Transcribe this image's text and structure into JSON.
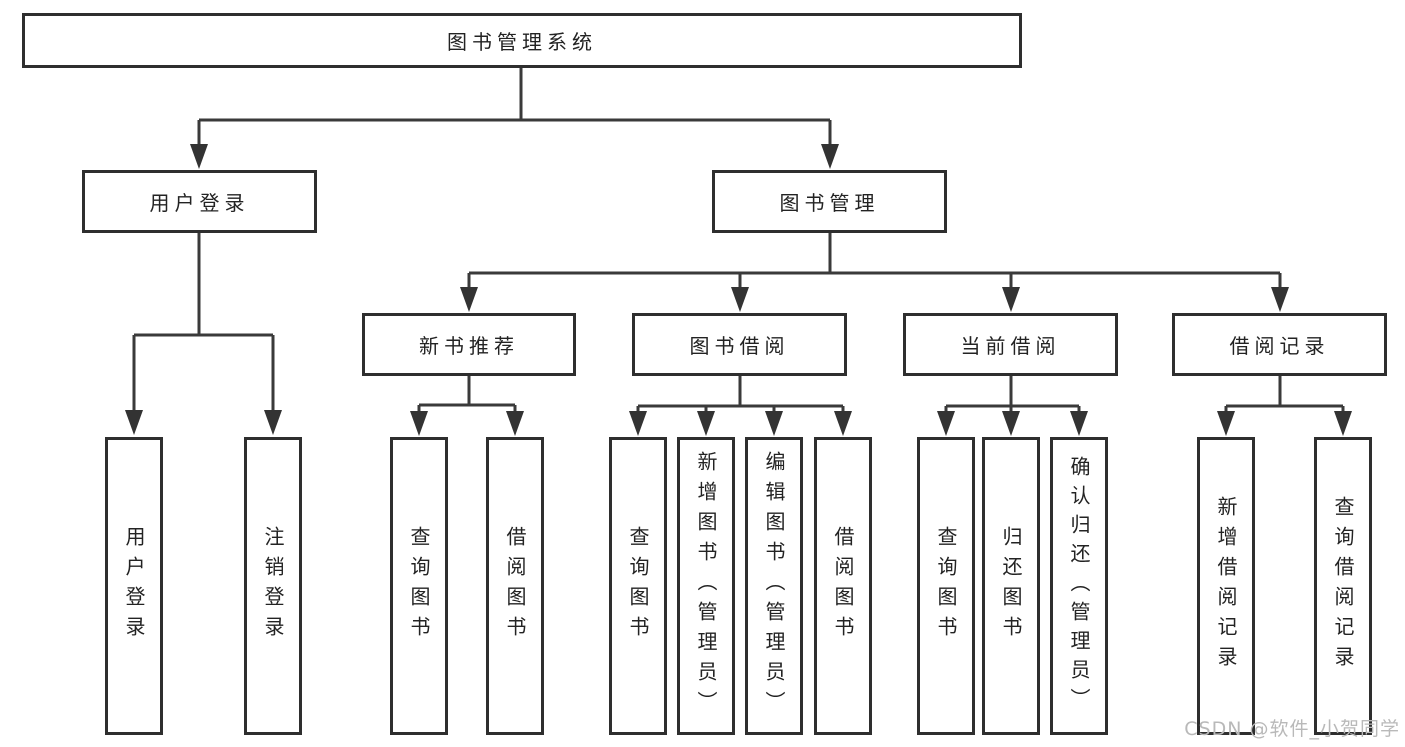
{
  "tree": {
    "label": "图书管理系统",
    "children": [
      {
        "label": "用户登录",
        "children": [
          {
            "label": "用户登录"
          },
          {
            "label": "注销登录"
          }
        ]
      },
      {
        "label": "图书管理",
        "children": [
          {
            "label": "新书推荐",
            "children": [
              {
                "label": "查询图书"
              },
              {
                "label": "借阅图书"
              }
            ]
          },
          {
            "label": "图书借阅",
            "children": [
              {
                "label": "查询图书"
              },
              {
                "label": "新增图书（管理员）"
              },
              {
                "label": "编辑图书（管理员）"
              },
              {
                "label": "借阅图书"
              }
            ]
          },
          {
            "label": "当前借阅",
            "children": [
              {
                "label": "查询图书"
              },
              {
                "label": "归还图书"
              },
              {
                "label": "确认归还（管理员）"
              }
            ]
          },
          {
            "label": "借阅记录",
            "children": [
              {
                "label": "新增借阅记录"
              },
              {
                "label": "查询借阅记录"
              }
            ]
          }
        ]
      }
    ]
  },
  "watermark": {
    "text": "CSDN @软件_小贺同学"
  },
  "colors": {
    "line": "#3a3a3a",
    "border": "#2e2e2e",
    "text": "#232323",
    "watermark": "#b9b9b9"
  }
}
